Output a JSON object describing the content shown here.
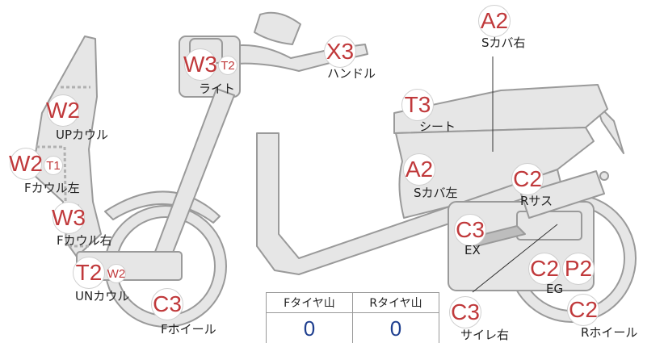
{
  "parts": [
    {
      "id": "handle",
      "code": "X3",
      "label": "ハンドル"
    },
    {
      "id": "light",
      "code": "W3",
      "subcode": "T2",
      "label": "ライト"
    },
    {
      "id": "up-cowl",
      "code": "W2",
      "label": "UPカウル"
    },
    {
      "id": "f-cowl-left",
      "code": "W2",
      "subcode": "T1",
      "label": "Fカウル左"
    },
    {
      "id": "f-cowl-right",
      "code": "W3",
      "label": "Fカウル右"
    },
    {
      "id": "un-cowl",
      "code": "T2",
      "subcode": "W2",
      "label": "UNカウル"
    },
    {
      "id": "f-wheel",
      "code": "C3",
      "label": "Fホイール"
    },
    {
      "id": "s-cover-right",
      "code": "A2",
      "label": "Sカバ右"
    },
    {
      "id": "seat",
      "code": "T3",
      "label": "シート"
    },
    {
      "id": "s-cover-left",
      "code": "A2",
      "label": "Sカバ左"
    },
    {
      "id": "r-suspension",
      "code": "C2",
      "label": "Rサス"
    },
    {
      "id": "exhaust",
      "code": "C3",
      "label": "EX"
    },
    {
      "id": "engine",
      "code": "C2",
      "code2": "P2",
      "label": "EG"
    },
    {
      "id": "muffler-right",
      "code": "C3",
      "label": "サイレ右"
    },
    {
      "id": "r-wheel",
      "code": "C2",
      "label": "Rホイール"
    }
  ],
  "tire_table": {
    "headers": [
      "Fタイヤ山",
      "Rタイヤ山"
    ],
    "values": [
      "0",
      "0"
    ]
  },
  "colors": {
    "code": "#c0393b",
    "tire_value": "#1f3f8f",
    "body_fill": "#e6e6e6",
    "body_stroke": "#9a9a9a"
  }
}
